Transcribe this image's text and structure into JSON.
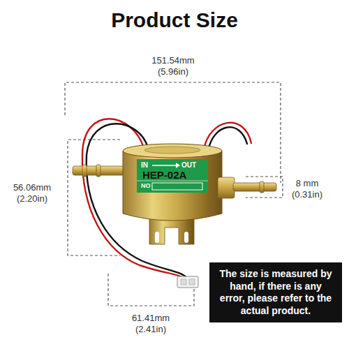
{
  "diagram": {
    "title": "Product Size",
    "nodes": [
      {
        "text": [
          "IN",
          "OUT",
          "HEP-02A",
          "NO"
        ]
      },
      {
        "text": [
          "The size is measured by hand, if there is any error, please refer to the actual product."
        ]
      }
    ],
    "labels": [
      "151.54mm",
      "(5.96in)",
      "56.06mm",
      "(2.20in)",
      "8 mm",
      "(0.31in)",
      "61.41mm",
      "(2.41in)"
    ]
  }
}
